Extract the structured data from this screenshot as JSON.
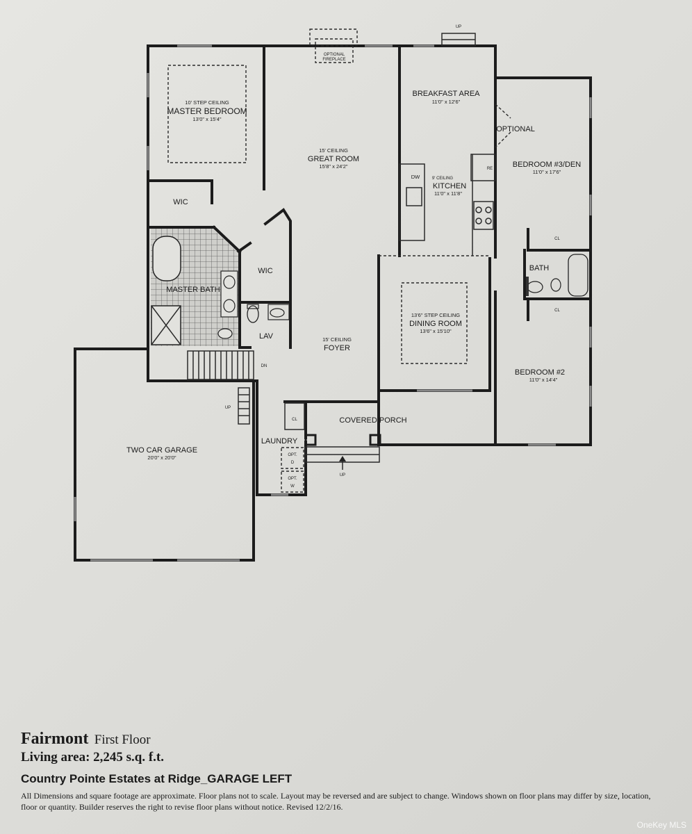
{
  "rooms": {
    "master_bedroom": {
      "ceiling": "10' STEP CEILING",
      "name": "MASTER BEDROOM",
      "dims": "13'0\" x 15'4\""
    },
    "great_room": {
      "ceiling": "15' CEILING",
      "name": "GREAT ROOM",
      "dims": "15'8\" x 24'2\""
    },
    "breakfast_area": {
      "name": "BREAKFAST AREA",
      "dims": "11'0\" x 12'6\""
    },
    "kitchen": {
      "ceiling": "9' CEILING",
      "name": "KITCHEN",
      "dims": "11'0\" x 11'8\""
    },
    "bedroom3": {
      "name": "BEDROOM #3/DEN",
      "dims": "11'0\" x 17'6\""
    },
    "dining_room": {
      "ceiling": "13'6\" STEP CEILING",
      "name": "DINING ROOM",
      "dims": "13'6\" x 15'10\""
    },
    "bedroom2": {
      "name": "BEDROOM #2",
      "dims": "11'0\" x 14'4\""
    },
    "foyer": {
      "ceiling": "15' CEILING",
      "name": "FOYER"
    },
    "garage": {
      "name": "TWO CAR GARAGE",
      "dims": "20'0\" x 20'0\""
    },
    "master_bath": {
      "name": "MASTER BATH"
    },
    "bath": {
      "name": "BATH"
    },
    "lav": {
      "name": "LAV"
    },
    "laundry": {
      "name": "LAUNDRY"
    },
    "covered_porch": {
      "name": "COVERED PORCH"
    }
  },
  "labels": {
    "wic": "WIC",
    "cl": "CL",
    "dw": "DW",
    "re": "RE",
    "optional": "OPTIONAL",
    "optional_fireplace_1": "OPTIONAL",
    "optional_fireplace_2": "FIREPLACE",
    "up": "UP",
    "dn": "DN",
    "opt": "OPT.",
    "d": "D",
    "w": "W"
  },
  "footer": {
    "plan_name": "Fairmont",
    "floor": "First Floor",
    "living_area": "Living area: 2,245 s.q. f.t.",
    "community": "Country Pointe Estates at Ridge_GARAGE LEFT",
    "disclaimer": "All Dimensions and square footage are approximate. Floor plans not to scale. Layout may be reversed and are subject to change. Windows shown on floor plans may differ by size, location, floor or quantity. Builder reserves the right to revise floor plans without notice. Revised 12/2/16."
  },
  "watermark": "OneKey MLS"
}
